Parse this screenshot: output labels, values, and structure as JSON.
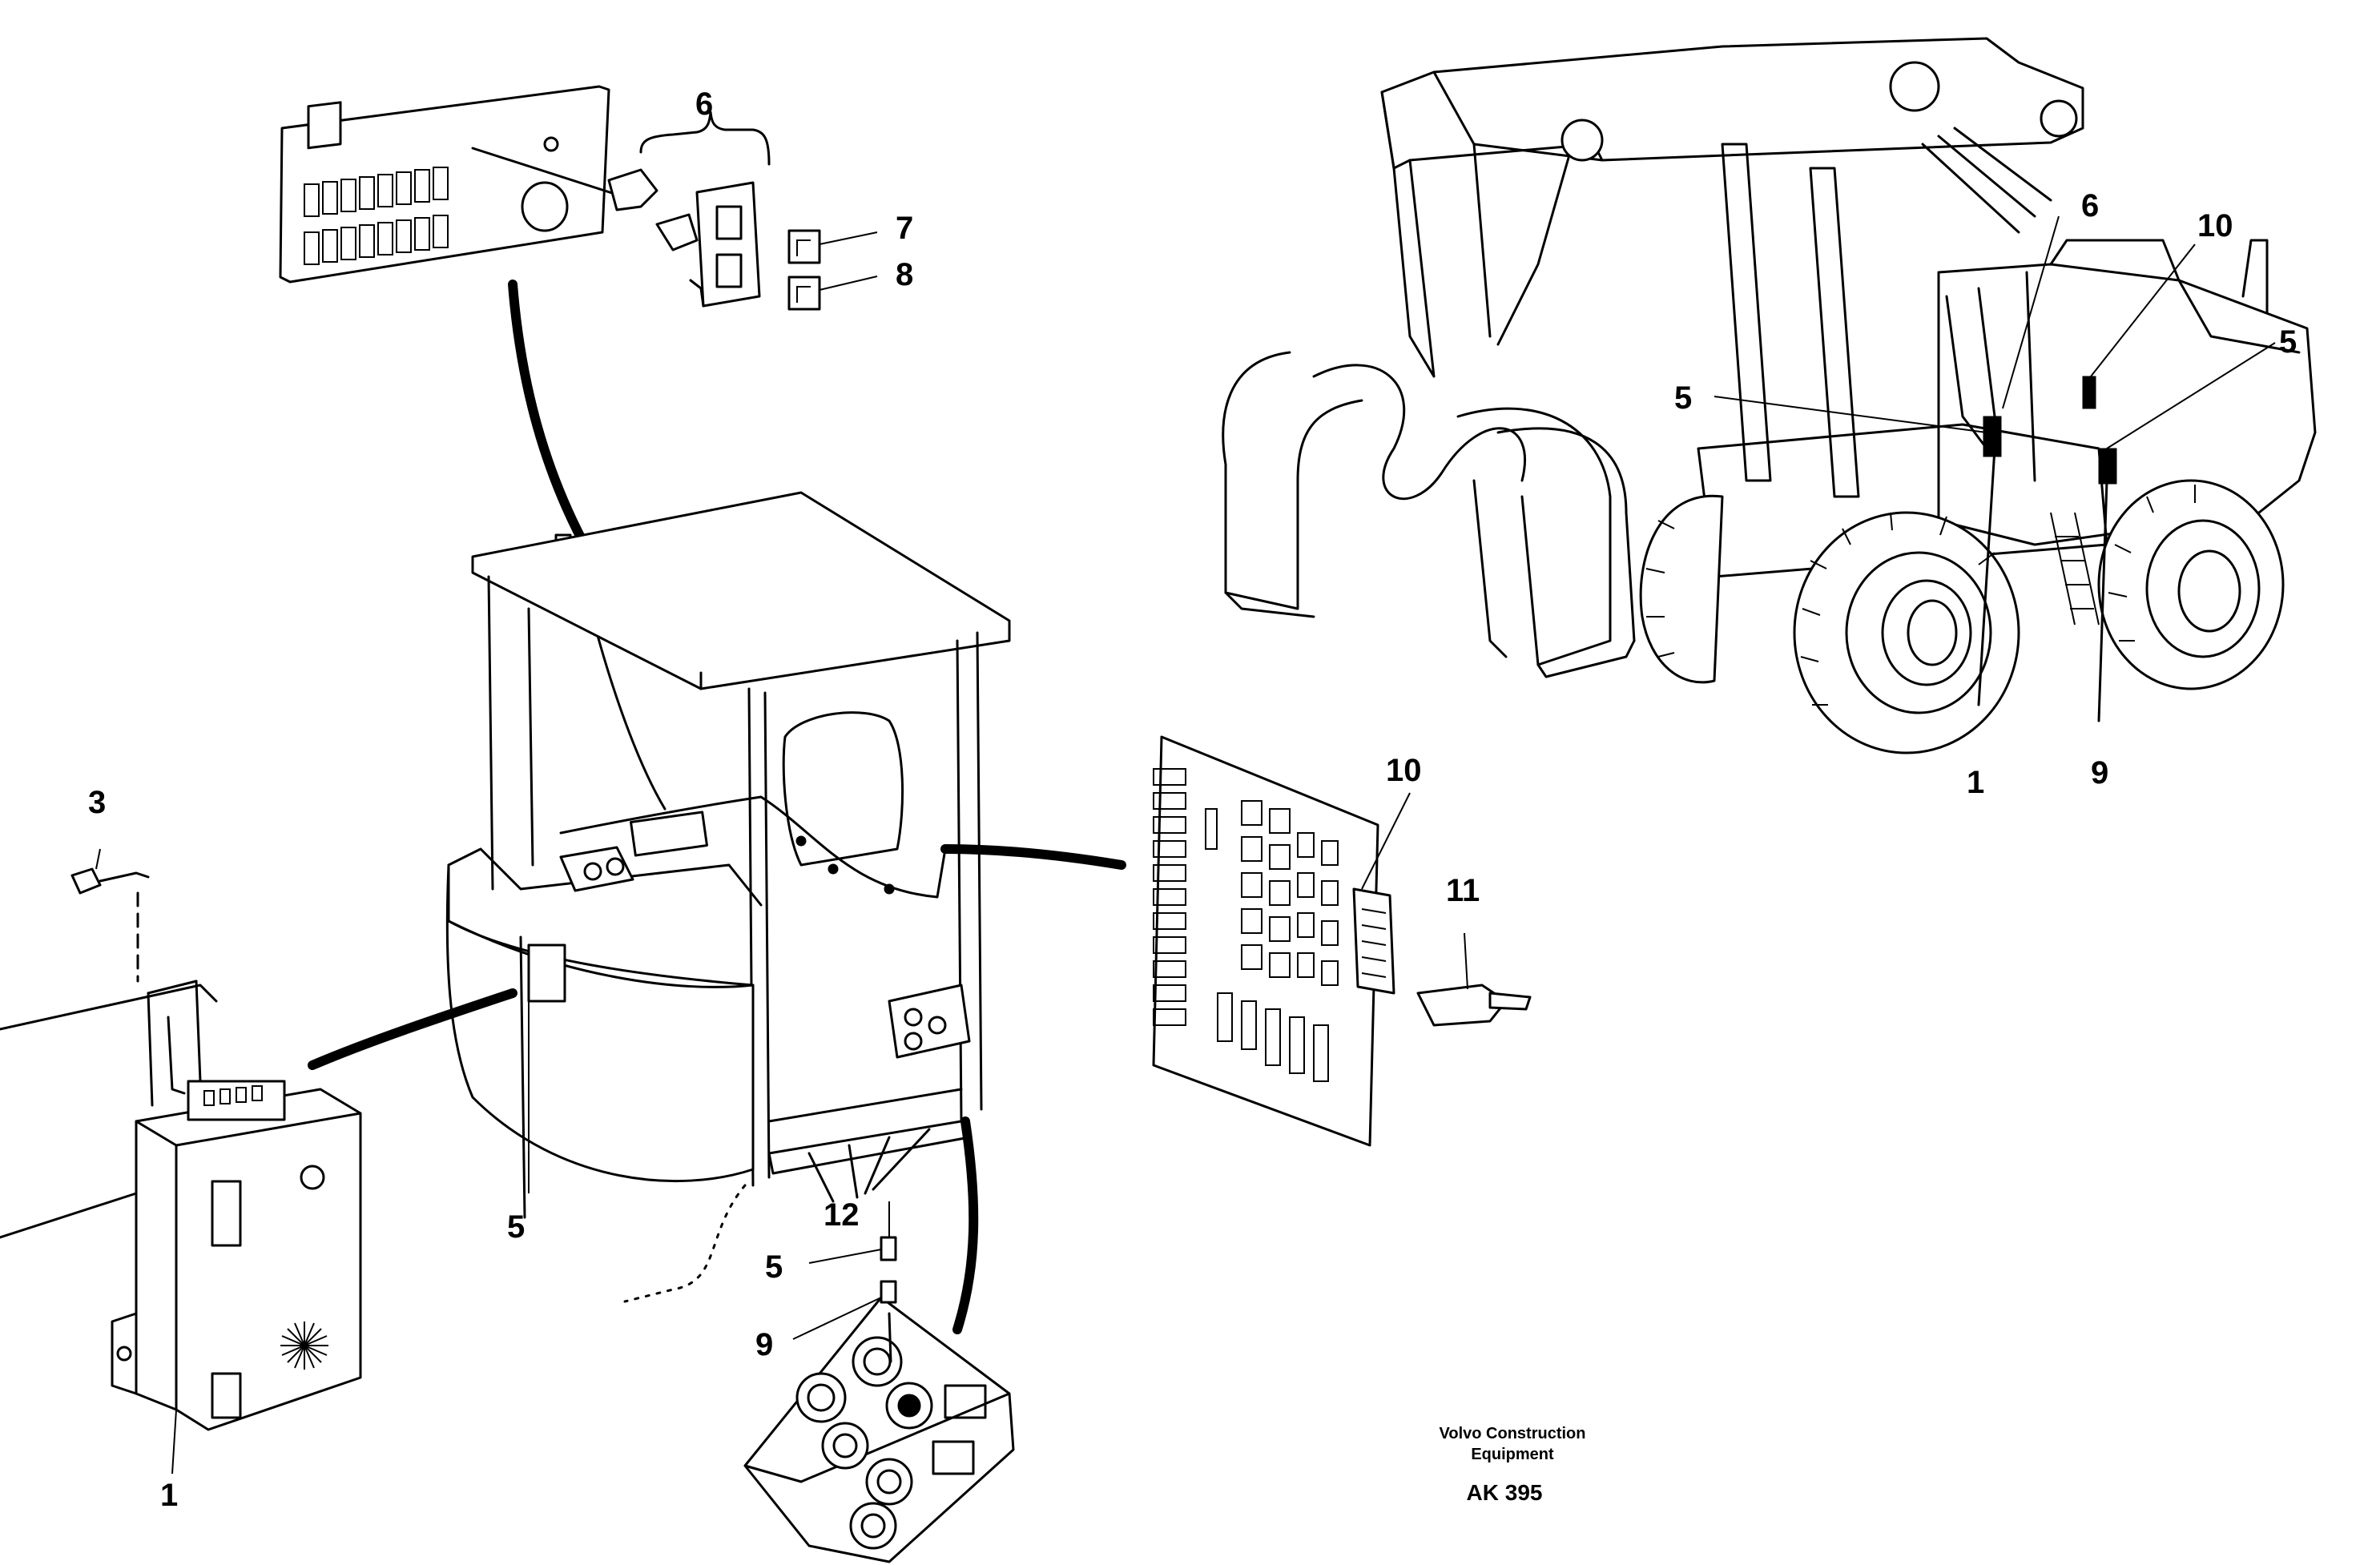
{
  "callouts": {
    "tr_6": "6",
    "tr_10": "10",
    "tr_5a": "5",
    "tr_5b": "5",
    "tr_1": "1",
    "tr_9": "9",
    "panel_6": "6",
    "panel_7": "7",
    "panel_8": "8",
    "left_3": "3",
    "left_1": "1",
    "left_5": "5",
    "board_10": "10",
    "fuse_11": "11",
    "bottom_12": "12",
    "bottom_5": "5",
    "bottom_9": "9"
  },
  "credit": {
    "line1": "Volvo Construction",
    "line2": "Equipment",
    "code": "AK 395"
  }
}
